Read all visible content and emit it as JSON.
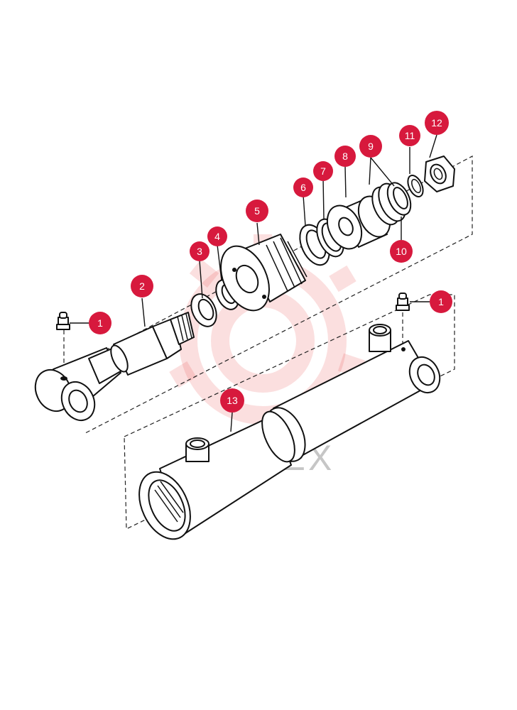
{
  "watermark": {
    "text": "ИНТЕХ"
  },
  "callouts": [
    {
      "id": "c1a",
      "label": "1"
    },
    {
      "id": "c1b",
      "label": "1"
    },
    {
      "id": "c2",
      "label": "2"
    },
    {
      "id": "c3",
      "label": "3"
    },
    {
      "id": "c4",
      "label": "4"
    },
    {
      "id": "c5",
      "label": "5"
    },
    {
      "id": "c6",
      "label": "6"
    },
    {
      "id": "c7",
      "label": "7"
    },
    {
      "id": "c8",
      "label": "8"
    },
    {
      "id": "c9",
      "label": "9"
    },
    {
      "id": "c10",
      "label": "10"
    },
    {
      "id": "c11",
      "label": "11"
    },
    {
      "id": "c12",
      "label": "12"
    },
    {
      "id": "c13",
      "label": "13"
    }
  ],
  "colors": {
    "callout": "#d7193d",
    "watermark": "#e83a3a",
    "line": "#111111"
  }
}
